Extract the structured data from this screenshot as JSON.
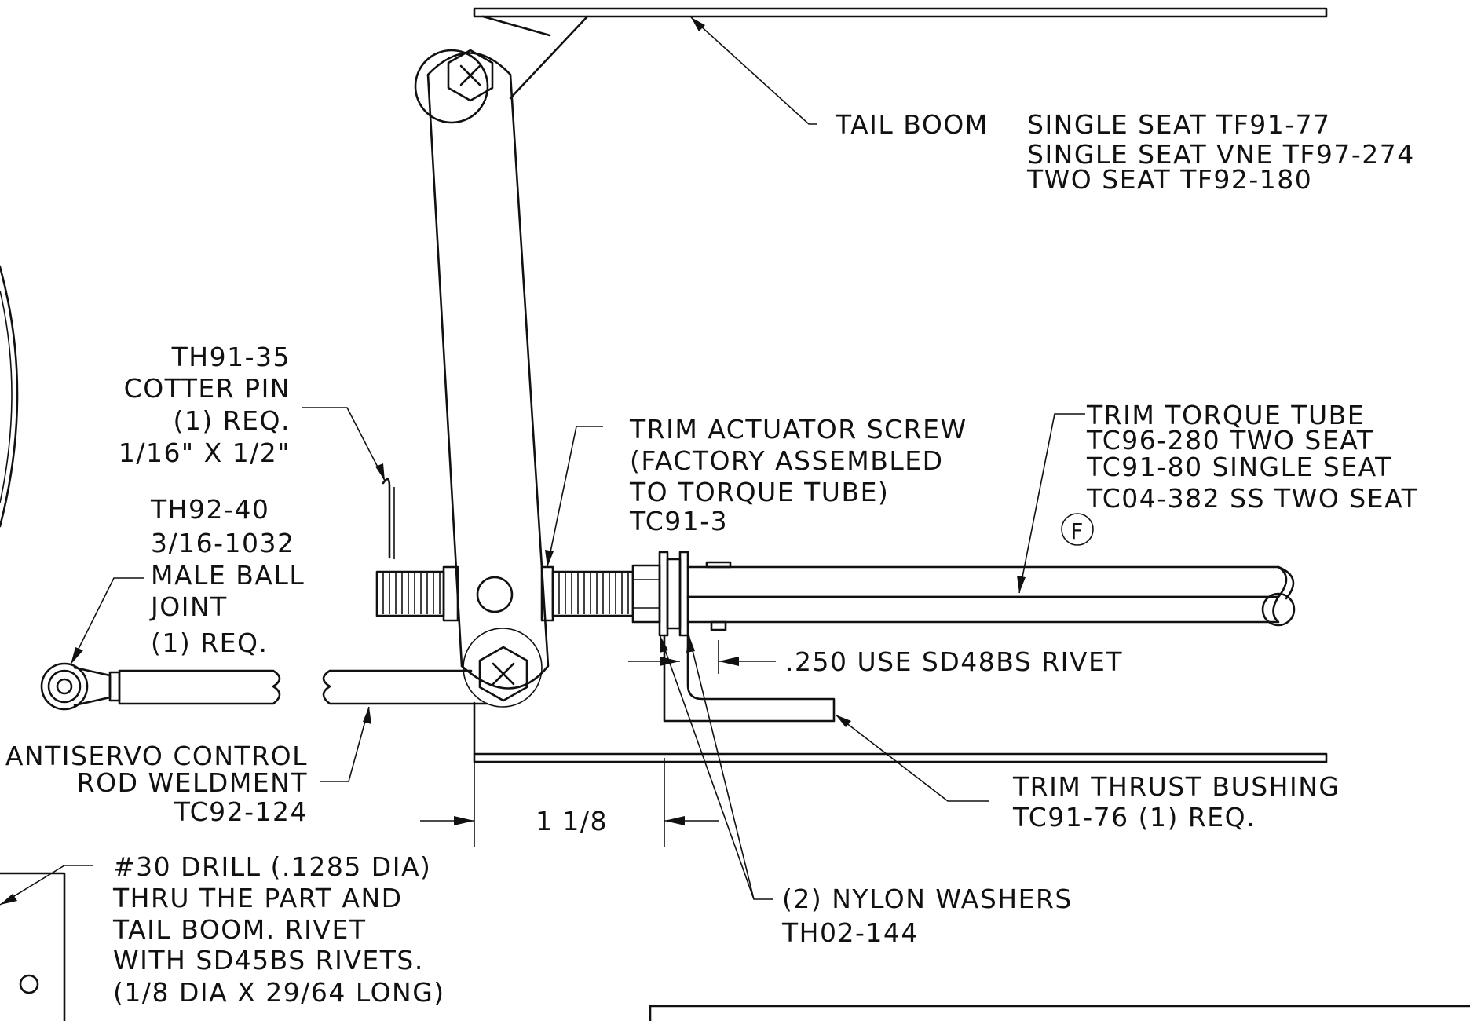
{
  "callouts": {
    "tail_boom": "TAIL BOOM",
    "tail_boom_models": [
      "SINGLE SEAT TF91-77",
      "SINGLE SEAT VNE TF97-274",
      "TWO SEAT TF92-180"
    ],
    "cotter_pin": [
      "TH91-35",
      "COTTER PIN",
      "(1) REQ.",
      "1/16\" X 1/2\""
    ],
    "ball_joint": [
      "TH92-40",
      "3/16-1032",
      "MALE BALL",
      "JOINT",
      "(1) REQ."
    ],
    "actuator_screw": [
      "TRIM ACTUATOR SCREW",
      "(FACTORY ASSEMBLED",
      "TO TORQUE TUBE)",
      "TC91-3"
    ],
    "torque_tube": [
      "TRIM TORQUE TUBE",
      "TC96-280 TWO SEAT",
      "TC91-80 SINGLE SEAT",
      "TC04-382 SS TWO SEAT"
    ],
    "flag": "F",
    "rivet_dim": ".250 USE SD48BS RIVET",
    "control_rod": [
      "ANTISERVO CONTROL",
      "ROD WELDMENT",
      "TC92-124"
    ],
    "dim_1_1_8": "1 1/8",
    "thrust_bushing": [
      "TRIM THRUST BUSHING",
      "TC91-76 (1) REQ."
    ],
    "nylon_washers": [
      "(2) NYLON WASHERS",
      "TH02-144"
    ],
    "drill_note": [
      "#30 DRILL (.1285 DIA)",
      "THRU THE PART AND",
      "TAIL BOOM.  RIVET",
      "WITH SD45BS RIVETS.",
      "(1/8 DIA X 29/64 LONG)"
    ]
  }
}
